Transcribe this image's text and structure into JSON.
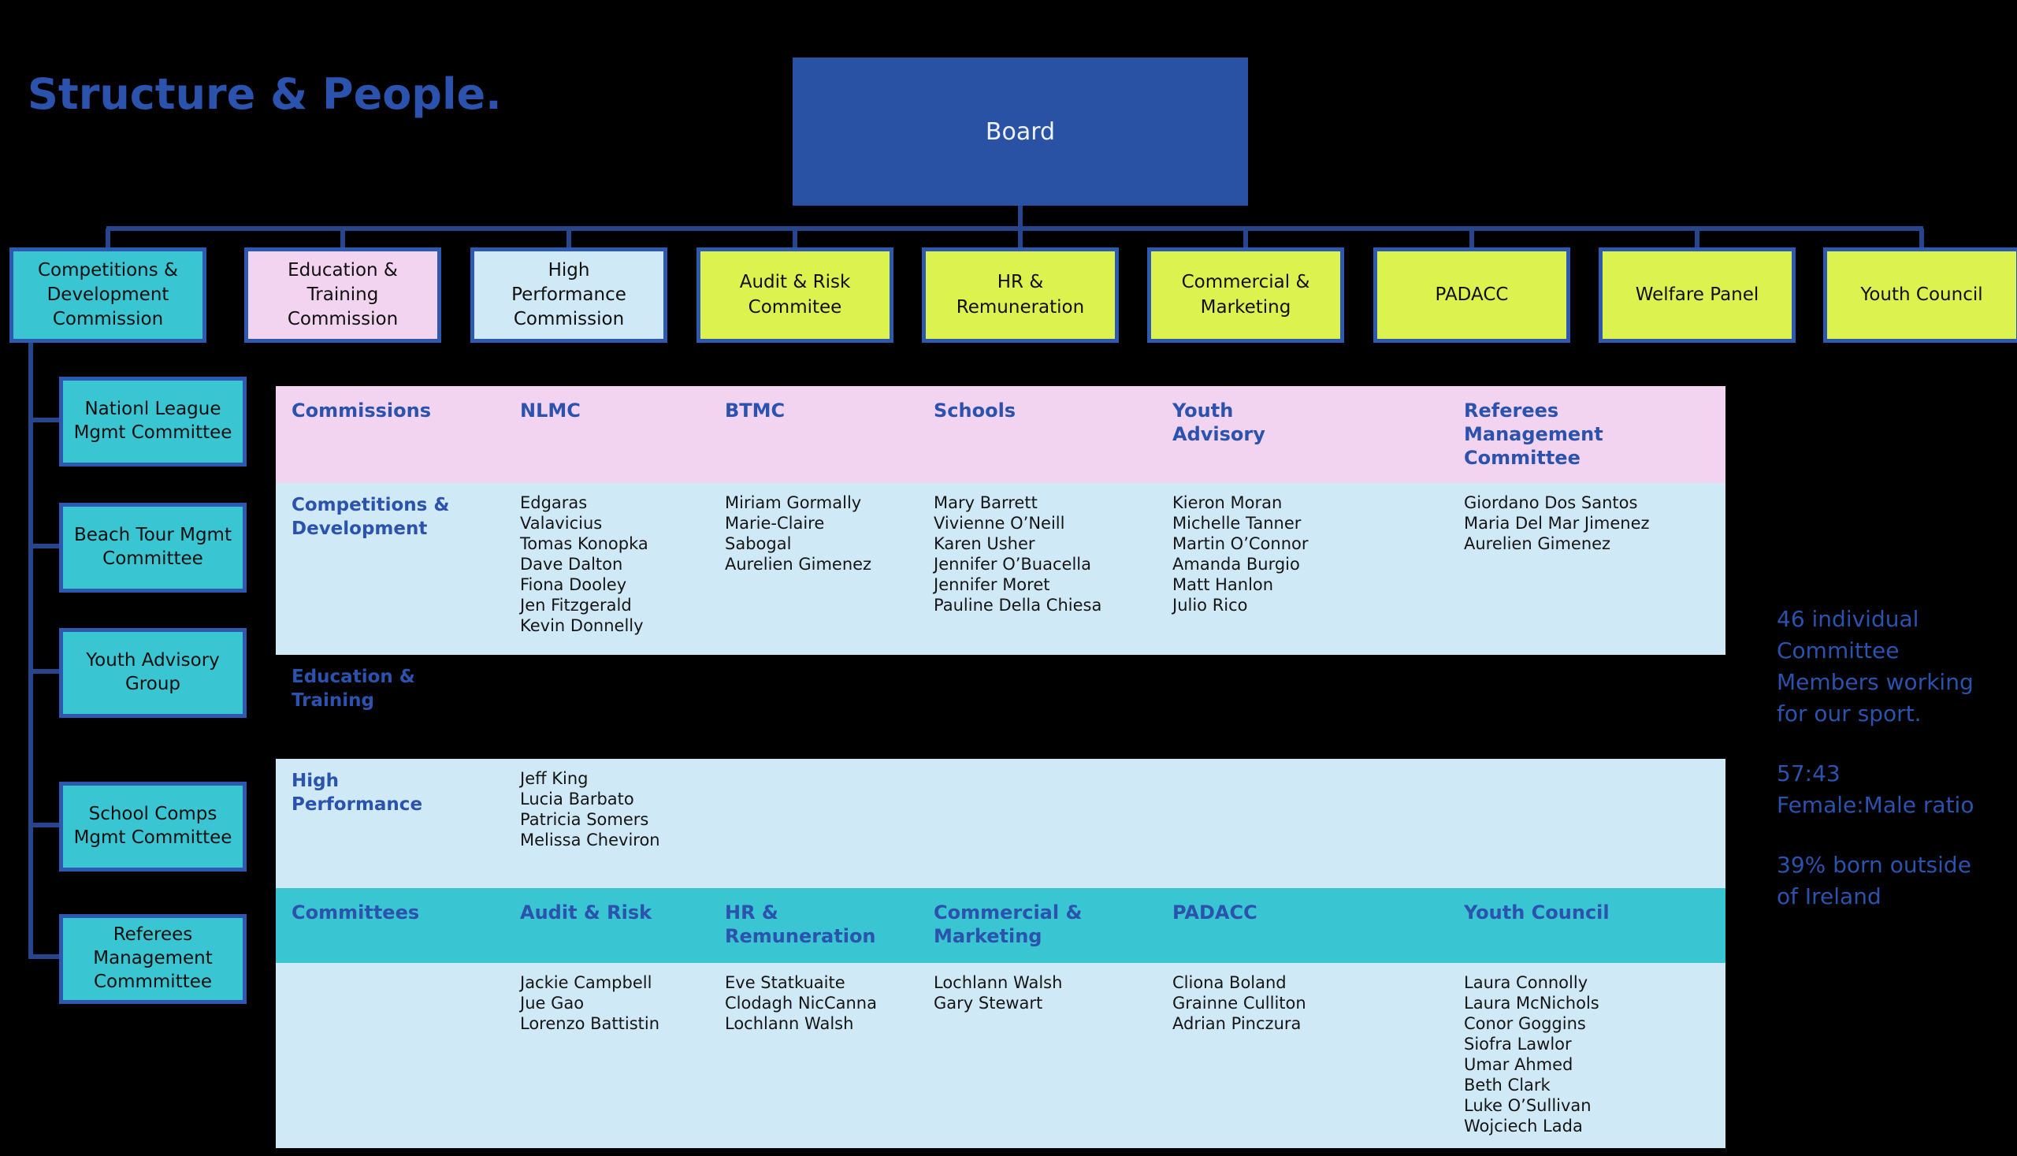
{
  "palette": {
    "bg": "#000000",
    "blue": "#2a52a4",
    "blueText": "#2b52ad",
    "border": "#2e59b0",
    "line": "#27458c",
    "teal": "#3ac5d3",
    "pink": "#f3d4f0",
    "lightblue": "#cfe9f6",
    "yellow": "#dcf24e",
    "white": "#eef1f7"
  },
  "title": "Structure & People.",
  "board": {
    "label": "Board"
  },
  "top_row": [
    {
      "label": "Competitions & Development Commission"
    },
    {
      "label": "Education & Training Commission"
    },
    {
      "label": "High Performance Commission"
    },
    {
      "label": "Audit & Risk Commitee"
    },
    {
      "label": "HR & Remuneration"
    },
    {
      "label": "Commercial & Marketing"
    },
    {
      "label": "PADACC"
    },
    {
      "label": "Welfare Panel"
    },
    {
      "label": "Youth Council"
    }
  ],
  "left_column": [
    {
      "label": "Nationl League Mgmt Committee"
    },
    {
      "label": "Beach Tour Mgmt Committee"
    },
    {
      "label": "Youth Advisory Group"
    },
    {
      "label": "School Comps Mgmt Committee"
    },
    {
      "label": "Referees Management Commmittee"
    }
  ],
  "matrix": {
    "header_commissions": {
      "col1": "Commissions",
      "col2": "NLMC",
      "col3": "BTMC",
      "col4": "Schools",
      "col5": "Youth Advisory",
      "col6": "Referees Management Committee"
    },
    "row_competitions": {
      "label": "Competitions & Development",
      "nlmc": [
        "Edgaras",
        "Valavicius",
        "Tomas Konopka",
        "Dave Dalton",
        "Fiona Dooley",
        "Jen Fitzgerald",
        "Kevin Donnelly"
      ],
      "btmc": [
        "Miriam Gormally",
        "Marie-Claire",
        "Sabogal",
        "Aurelien Gimenez"
      ],
      "schools": [
        "Mary Barrett",
        "Vivienne O’Neill",
        "Karen Usher",
        "Jennifer O’Buacella",
        "Jennifer Moret",
        "Pauline Della Chiesa"
      ],
      "youth_advisory": [
        "Kieron Moran",
        "Michelle Tanner",
        "Martin O’Connor",
        "Amanda Burgio",
        "Matt Hanlon",
        "Julio Rico"
      ],
      "referees": [
        "Giordano Dos Santos",
        "Maria Del Mar Jimenez",
        "Aurelien Gimenez"
      ]
    },
    "row_education": {
      "label": "Education & Training"
    },
    "row_high_performance": {
      "label": "High Performance",
      "members": [
        "Jeff King",
        "Lucia Barbato",
        "Patricia Somers",
        "Melissa Cheviron"
      ]
    },
    "header_committees": {
      "col1": "Committees",
      "col2": "Audit & Risk",
      "col3": "HR & Remuneration",
      "col4": "Commercial & Marketing",
      "col5": "PADACC",
      "col6": "Youth Council"
    },
    "row_committees": {
      "audit_risk": [
        "Jackie Campbell",
        "Jue Gao",
        "Lorenzo Battistin"
      ],
      "hr_remuneration": [
        "Eve Statkuaite",
        "Clodagh NicCanna",
        "Lochlann Walsh"
      ],
      "commercial_marketing": [
        "Lochlann Walsh",
        "Gary Stewart"
      ],
      "padacc": [
        "Cliona Boland",
        "Grainne Culliton",
        "Adrian Pinczura"
      ],
      "youth_council": [
        "Laura Connolly",
        "Laura McNichols",
        "Conor Goggins",
        "Siofra Lawlor",
        "Umar Ahmed",
        "Beth Clark",
        "Luke O’Sullivan",
        "Wojciech Lada"
      ]
    }
  },
  "stats": [
    {
      "lines": [
        "46 individual",
        "Committee",
        "Members working",
        "for our sport."
      ]
    },
    {
      "lines": [
        "57:43",
        "Female:Male ratio"
      ]
    },
    {
      "lines": [
        "39% born outside",
        "of Ireland"
      ]
    }
  ]
}
